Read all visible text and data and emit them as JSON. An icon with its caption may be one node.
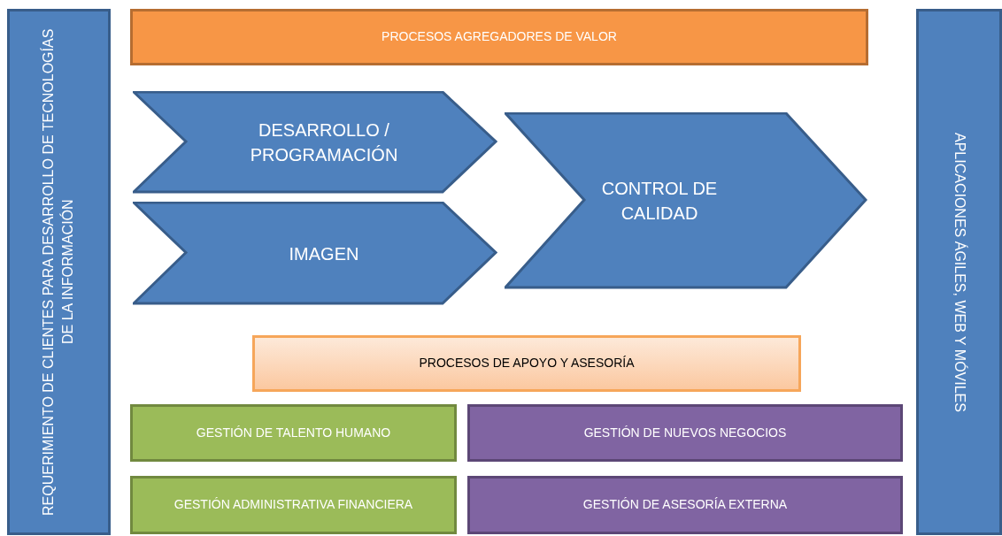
{
  "diagram": {
    "nodes": [
      {
        "text": [
          "REQUERIMIENTO DE CLIENTES PARA DESARROLLO DE TECNOLOGÍAS DE LA INFORMACIÓN"
        ]
      },
      {
        "text": [
          "PROCESOS AGREGADORES DE VALOR"
        ]
      },
      {
        "text": [
          "DESARROLLO / PROGRAMACIÓN"
        ]
      },
      {
        "text": [
          "IMAGEN"
        ]
      },
      {
        "text": [
          "CONTROL DE CALIDAD"
        ]
      },
      {
        "text": [
          "APLICACIONES ÁGILES, WEB Y MÓVILES"
        ]
      },
      {
        "text": [
          "PROCESOS DE APOYO Y ASESORÍA"
        ]
      },
      {
        "text": [
          "GESTIÓN DE TALENTO HUMANO"
        ]
      },
      {
        "text": [
          "GESTIÓN DE NUEVOS NEGOCIOS"
        ]
      },
      {
        "text": [
          "GESTIÓN ADMINISTRATIVA FINANCIERA"
        ]
      },
      {
        "text": [
          "GESTIÓN DE ASESORÍA EXTERNA"
        ]
      }
    ]
  }
}
